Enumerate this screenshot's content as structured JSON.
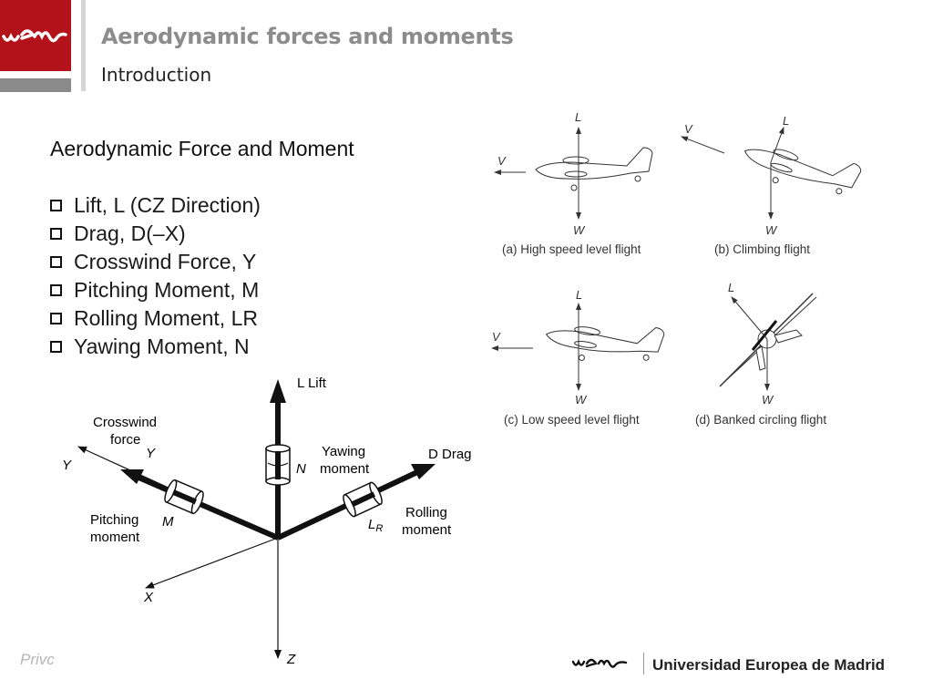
{
  "header": {
    "title": "Aerodynamic forces and moments",
    "subtitle": "Introduction"
  },
  "content": {
    "heading": "Aerodynamic Force and Moment",
    "bullets": [
      "Lift, L (CZ Direction)",
      "Drag, D(–X)",
      "Crosswind Force, Y",
      "Pitching Moment, M",
      "Rolling Moment, LR",
      "Yawing Moment, N"
    ]
  },
  "axes_diagram": {
    "lift_label": "L Lift",
    "crosswind_label_1": "Crosswind",
    "crosswind_label_2": "force",
    "y_force": "Y",
    "y_axis": "Y",
    "n_label": "N",
    "yawing_1": "Yawing",
    "yawing_2": "moment",
    "drag_label": "D Drag",
    "pitching_1": "Pitching",
    "pitching_2": "moment",
    "m_label": "M",
    "lr_label": "L",
    "lr_sub": "R",
    "rolling_1": "Rolling",
    "rolling_2": "moment",
    "x_axis": "X",
    "z_axis": "Z"
  },
  "flight_diagrams": {
    "a": {
      "caption": "(a) High speed level flight",
      "L": "L",
      "V": "V",
      "W": "W"
    },
    "b": {
      "caption": "(b) Climbing flight",
      "L": "L",
      "V": "V",
      "W": "W"
    },
    "c": {
      "caption": "(c) Low speed level flight",
      "L": "L",
      "V": "V",
      "W": "W"
    },
    "d": {
      "caption": "(d) Banked circling flight",
      "L": "L",
      "W": "W"
    }
  },
  "footer": {
    "left_text": "Privc",
    "logo_text": "uem",
    "university": "Universidad Europea de Madrid"
  },
  "colors": {
    "brand_red": "#b3121b",
    "title_gray": "#8c8c8c",
    "bar_gray": "#8a8a8a"
  },
  "icons": [
    "checkbox-bullet-icon",
    "uem-logo-icon"
  ]
}
